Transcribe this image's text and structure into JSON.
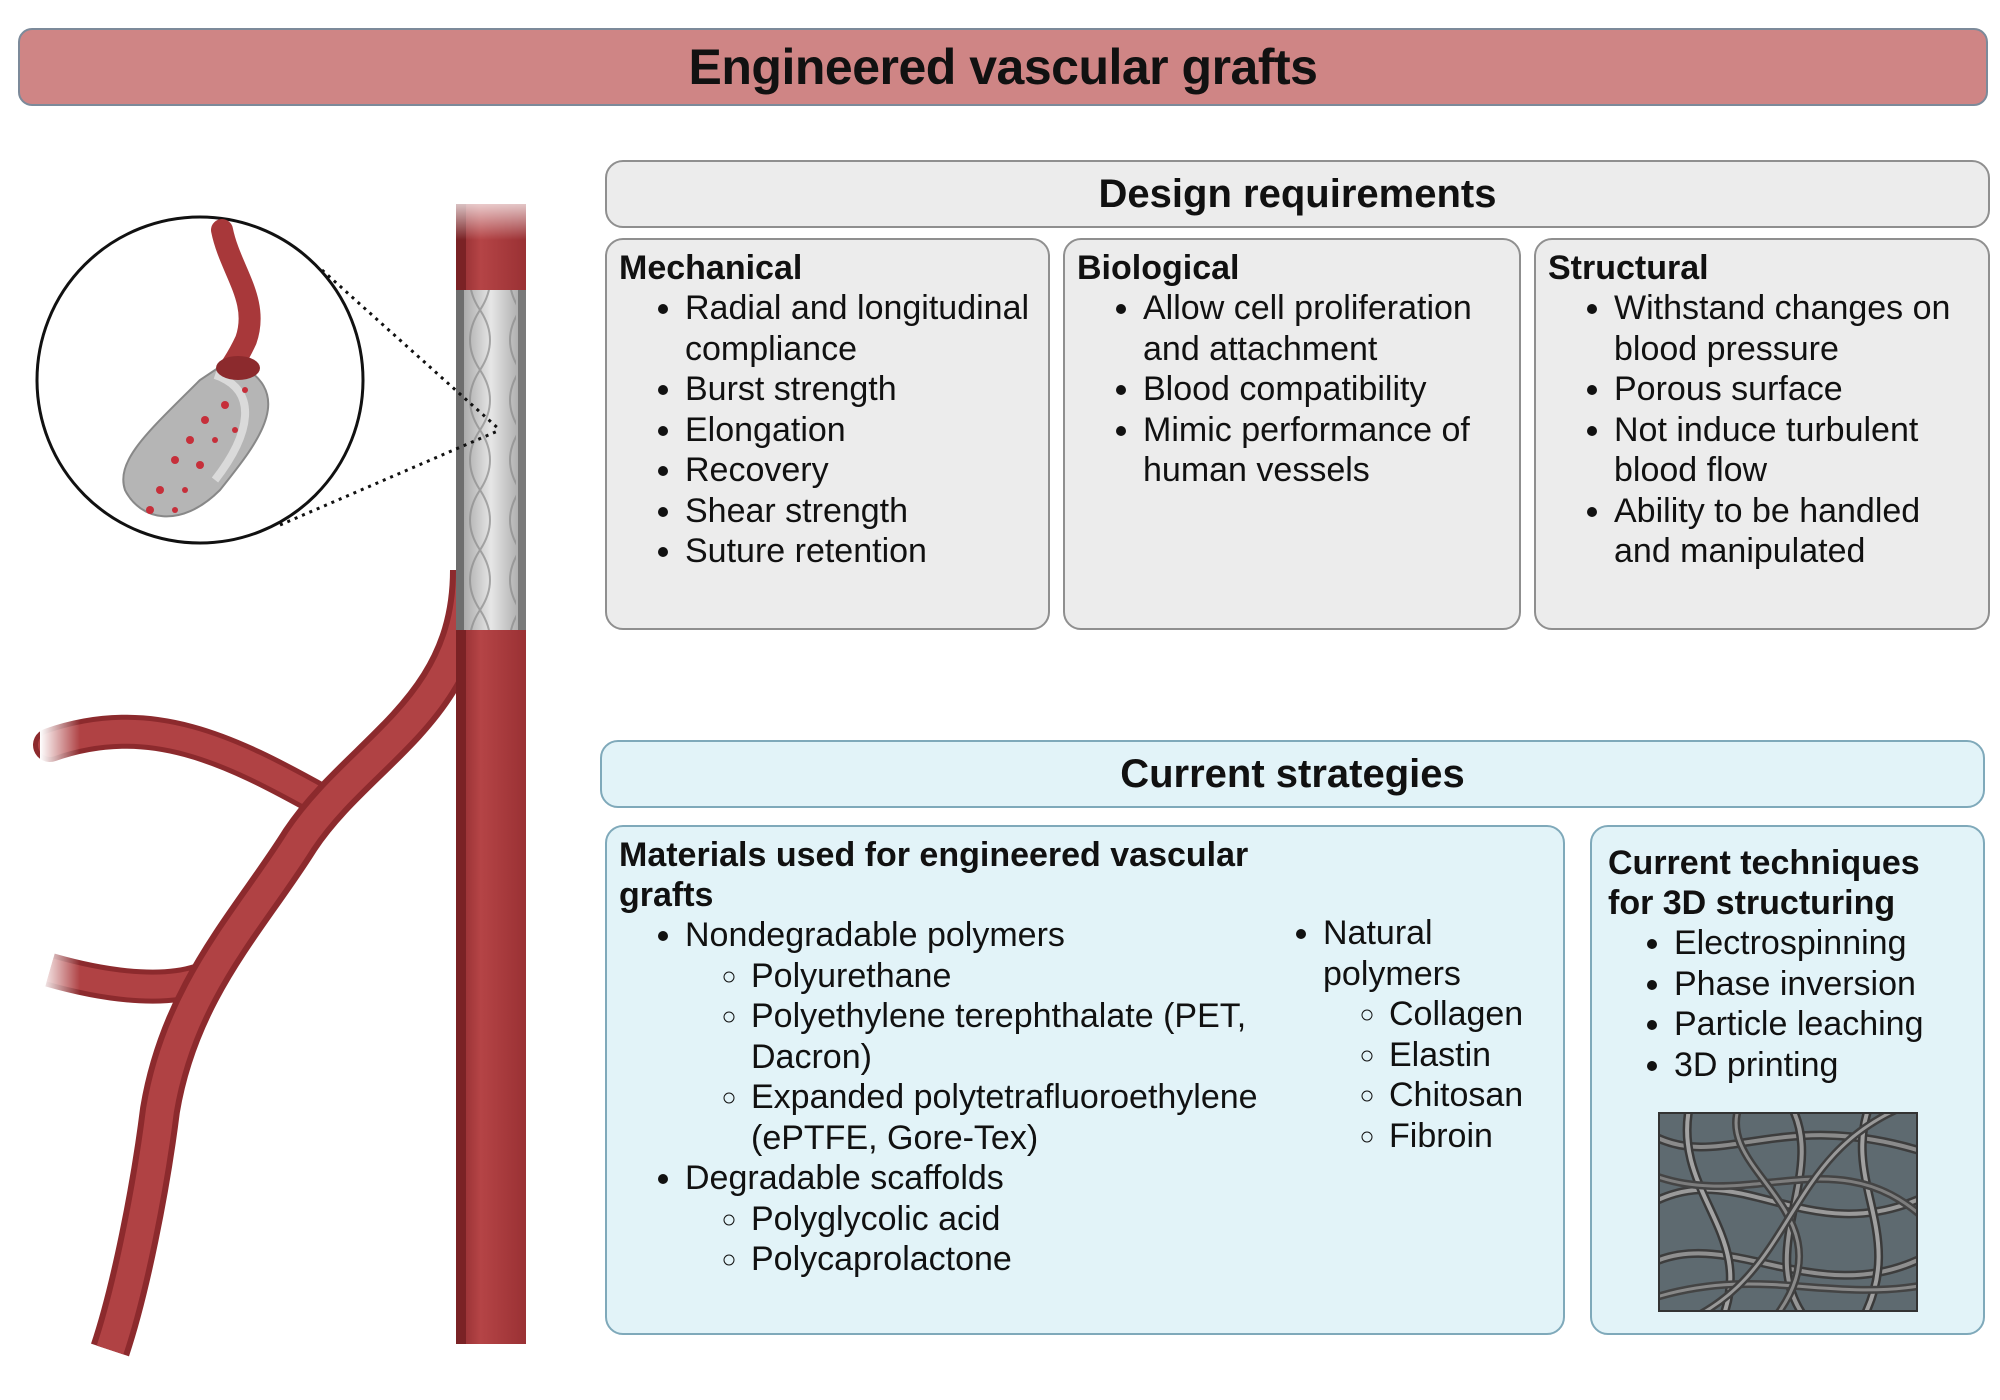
{
  "title": "Engineered vascular grafts",
  "design": {
    "header": "Design requirements",
    "mechanical": {
      "heading": "Mechanical",
      "items": [
        "Radial and longitudinal compliance",
        "Burst strength",
        "Elongation",
        "Recovery",
        "Shear strength",
        "Suture retention"
      ]
    },
    "biological": {
      "heading": "Biological",
      "items": [
        "Allow cell proliferation and attachment",
        "Blood compatibility",
        "Mimic performance of human vessels"
      ]
    },
    "structural": {
      "heading": "Structural",
      "items": [
        "Withstand changes on blood pressure",
        "Porous surface",
        "Not induce turbulent blood flow",
        "Ability to be handled and manipulated"
      ]
    }
  },
  "strategies": {
    "header": "Current strategies",
    "materials": {
      "heading": "Materials used for engineered vascular grafts",
      "nondegradable": {
        "label": "Nondegradable polymers",
        "items": [
          "Polyurethane",
          "Polyethylene terephthalate (PET, Dacron)",
          "Expanded polytetrafluoroethylene (ePTFE, Gore-Tex)"
        ]
      },
      "degradable": {
        "label": "Degradable scaffolds",
        "items": [
          "Polyglycolic acid",
          "Polycaprolactone"
        ]
      },
      "natural": {
        "label": "Natural polymers",
        "items": [
          "Collagen",
          "Elastin",
          "Chitosan",
          "Fibroin"
        ]
      }
    },
    "techniques": {
      "heading": "Current techniques for 3D structuring",
      "items": [
        "Electrospinning",
        "Phase inversion",
        "Particle leaching",
        "3D printing"
      ]
    }
  },
  "colors": {
    "title_bar": "#cf8585",
    "vessel": "#a8383a",
    "design_panel": "#ececec",
    "strategy_panel": "#e2f3f8"
  }
}
